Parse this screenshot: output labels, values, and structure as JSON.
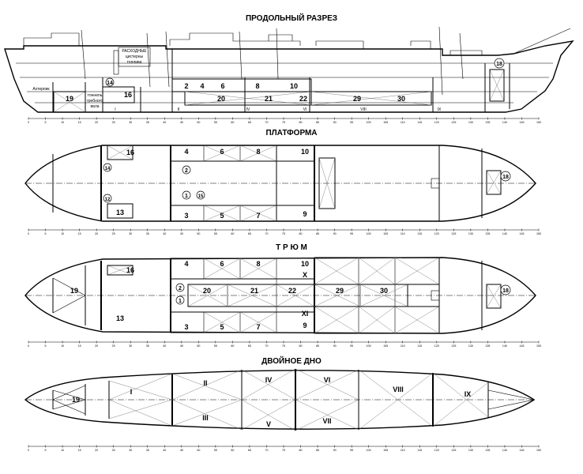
{
  "sections": {
    "longitudinal": "ПРОДОЛЬНЫЙ РАЗРЕЗ",
    "platform": "ПЛАТФОРМА",
    "hold": "Т Р Ю М",
    "double_bottom": "ДВОЙНОЕ ДНО"
  },
  "longitudinal_labels": {
    "fuel_tanks_1": "РАСХОДНЫЕ",
    "fuel_tanks_2": "цистерны",
    "fuel_tanks_3": "топлива",
    "shaft_tunnel_1": "тоннель",
    "shaft_tunnel_2": "гребного",
    "shaft_tunnel_3": "вала",
    "afterpeak": "Ахтерпик"
  },
  "scale_ticks": [
    "0",
    "5",
    "10",
    "15",
    "20",
    "25",
    "30",
    "35",
    "40",
    "45",
    "50",
    "55",
    "60",
    "65",
    "70",
    "75",
    "80",
    "85",
    "90",
    "95",
    "100",
    "105",
    "110",
    "115",
    "120",
    "125",
    "130",
    "135",
    "140",
    "145",
    "150"
  ],
  "compartments": {
    "c1": "1",
    "c2": "2",
    "c3": "3",
    "c4": "4",
    "c5": "5",
    "c6": "6",
    "c7": "7",
    "c8": "8",
    "c9": "9",
    "c10": "10",
    "c12": "12",
    "c13": "13",
    "c14": "14",
    "c15": "15",
    "c16": "16",
    "c18": "18",
    "c19": "19",
    "c20": "20",
    "c21": "21",
    "c22": "22",
    "c29": "29",
    "c30": "30"
  },
  "roman": {
    "r1": "I",
    "r2": "II",
    "r3": "III",
    "r4": "IV",
    "r5": "V",
    "r6": "VI",
    "r7": "VII",
    "r8": "VIII",
    "r9": "IX",
    "r10": "X",
    "r11": "XI"
  },
  "colors": {
    "line": "#000000",
    "paper": "#ffffff",
    "cross": "#666666"
  }
}
